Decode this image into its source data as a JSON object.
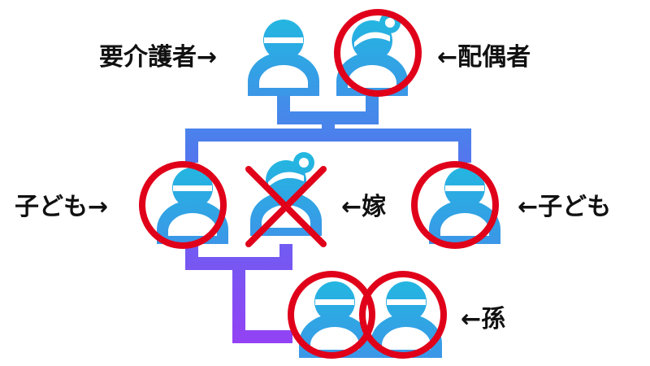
{
  "labels": {
    "caregiver": "要介護者→",
    "spouse": "←配偶者",
    "child_left": "子ども→",
    "daughter_in_law": "←嫁",
    "child_right": "←子ども",
    "grandchild": "←孫"
  },
  "colors": {
    "gradient_top": "#22b8e0",
    "gradient_mid": "#5b6cf0",
    "gradient_bottom": "#9b3cf5",
    "mark": "#e0001a",
    "text": "#111111"
  },
  "icons": {
    "person": "person-icon",
    "circle_mark": "circle-mark-icon",
    "cross_mark": "cross-mark-icon"
  }
}
